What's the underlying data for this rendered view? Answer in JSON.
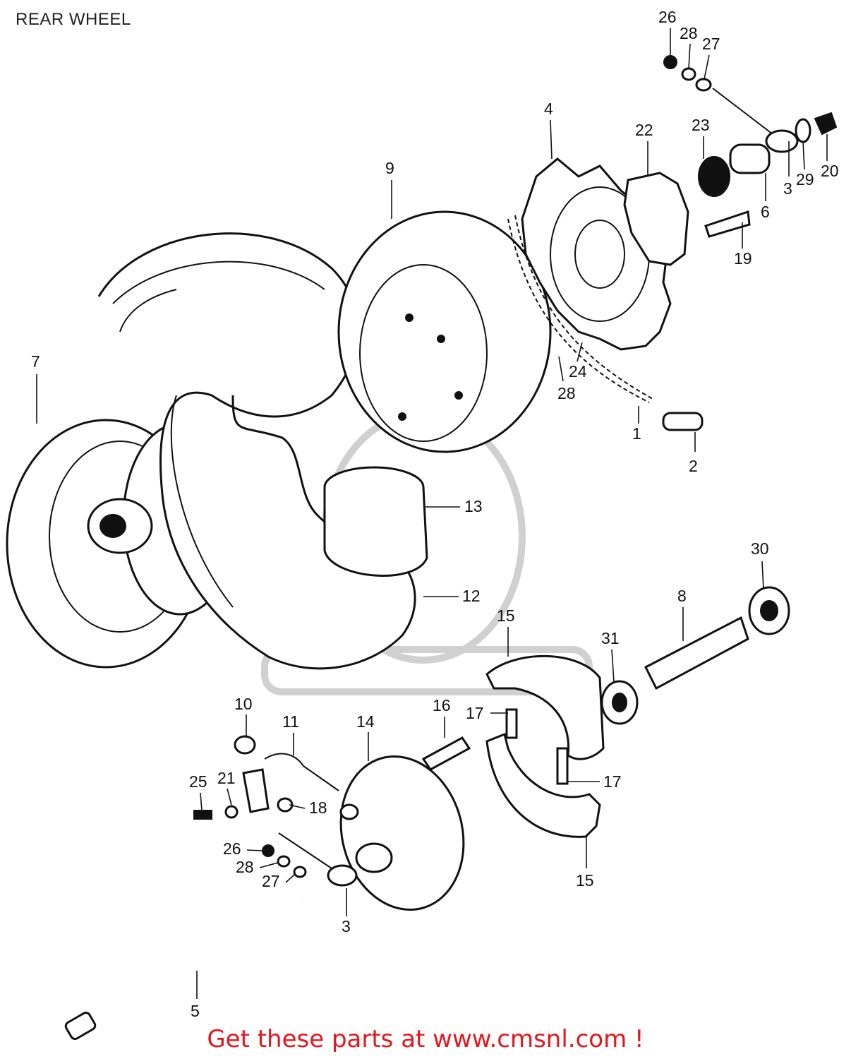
{
  "title": "REAR WHEEL",
  "callouts": [
    {
      "id": "p1",
      "label": "1"
    },
    {
      "id": "p2",
      "label": "2"
    },
    {
      "id": "p3a",
      "label": "3"
    },
    {
      "id": "p3b",
      "label": "3"
    },
    {
      "id": "p4",
      "label": "4"
    },
    {
      "id": "p5",
      "label": "5"
    },
    {
      "id": "p6",
      "label": "6"
    },
    {
      "id": "p7",
      "label": "7"
    },
    {
      "id": "p8",
      "label": "8"
    },
    {
      "id": "p9",
      "label": "9"
    },
    {
      "id": "p10",
      "label": "10"
    },
    {
      "id": "p11",
      "label": "11"
    },
    {
      "id": "p12",
      "label": "12"
    },
    {
      "id": "p13",
      "label": "13"
    },
    {
      "id": "p14",
      "label": "14"
    },
    {
      "id": "p15a",
      "label": "15"
    },
    {
      "id": "p15b",
      "label": "15"
    },
    {
      "id": "p16",
      "label": "16"
    },
    {
      "id": "p17a",
      "label": "17"
    },
    {
      "id": "p17b",
      "label": "17"
    },
    {
      "id": "p18",
      "label": "18"
    },
    {
      "id": "p19",
      "label": "19"
    },
    {
      "id": "p20",
      "label": "20"
    },
    {
      "id": "p21",
      "label": "21"
    },
    {
      "id": "p22",
      "label": "22"
    },
    {
      "id": "p23",
      "label": "23"
    },
    {
      "id": "p24",
      "label": "24"
    },
    {
      "id": "p25",
      "label": "25"
    },
    {
      "id": "p26a",
      "label": "26"
    },
    {
      "id": "p26b",
      "label": "26"
    },
    {
      "id": "p27a",
      "label": "27"
    },
    {
      "id": "p27b",
      "label": "27"
    },
    {
      "id": "p28a",
      "label": "28"
    },
    {
      "id": "p28b",
      "label": "28"
    },
    {
      "id": "p28c",
      "label": "28"
    },
    {
      "id": "p29",
      "label": "29"
    },
    {
      "id": "p30",
      "label": "30"
    },
    {
      "id": "p31",
      "label": "31"
    }
  ],
  "footer": "Get these parts at www.cmsnl.com !",
  "colors": {
    "footer": "#e8141b",
    "ink": "#111111",
    "watermark": "#d0d0d0"
  }
}
